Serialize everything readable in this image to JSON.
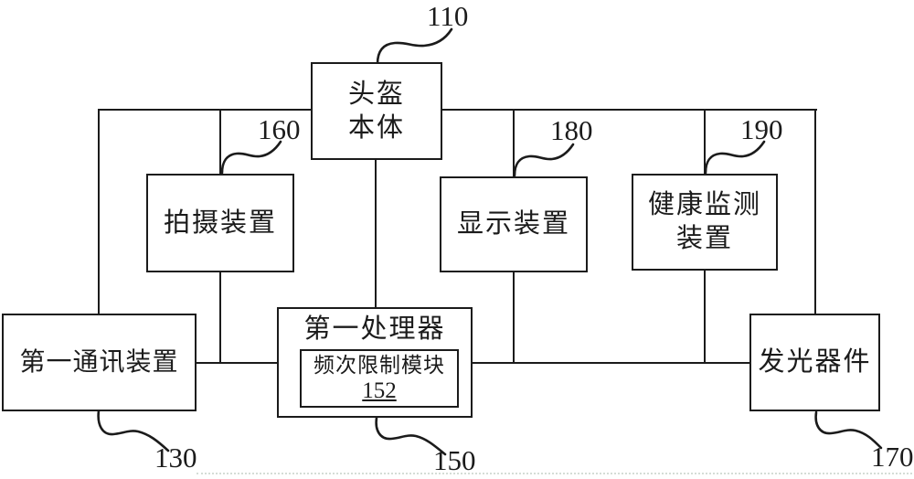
{
  "diagram": {
    "background_color": "#ffffff",
    "line_color": "#1b1b1b",
    "nodes": {
      "helmet_body": {
        "label": "头盔\n本体",
        "ref": "110"
      },
      "camera": {
        "label": "拍摄装置",
        "ref": "160"
      },
      "display": {
        "label": "显示装置",
        "ref": "180"
      },
      "health_monitor": {
        "label": "健康监测\n装置",
        "ref": "190"
      },
      "first_comm": {
        "label": "第一通讯装置",
        "ref": "130"
      },
      "first_processor": {
        "label": "第一处理器",
        "ref": "150"
      },
      "freq_limit_module": {
        "label": "频次限制模块",
        "ref": "152"
      },
      "light_emitter": {
        "label": "发光器件",
        "ref": "170"
      }
    }
  }
}
